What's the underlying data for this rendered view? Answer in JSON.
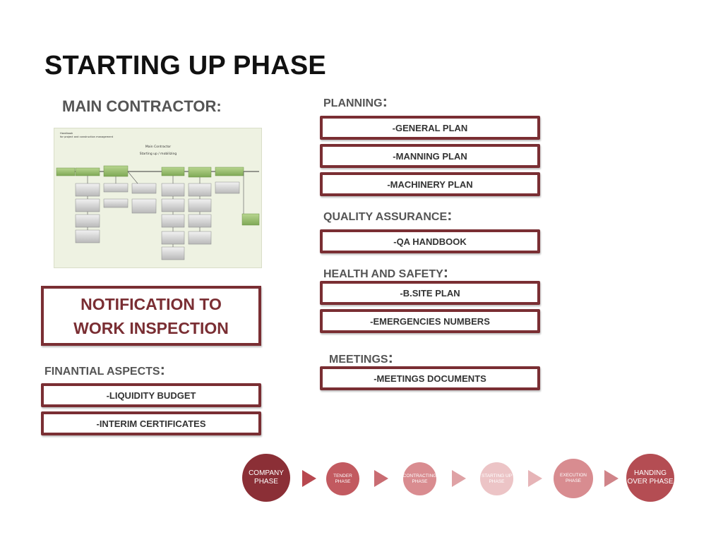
{
  "title": "STARTING UP PHASE",
  "main_contractor": {
    "label": "MAIN CONTRACTOR:"
  },
  "thumbnail": {
    "header": "Handbook\nfor project and construction management",
    "title": "Main Contractor",
    "subtitle": "Starting up / mobilizing"
  },
  "notification_box": {
    "line1": "NOTIFICATION TO",
    "line2": "WORK INSPECTION"
  },
  "financial": {
    "label": "FINANTIAL ASPECTS",
    "items": [
      "-LIQUIDITY BUDGET",
      "-INTERIM CERTIFICATES"
    ]
  },
  "planning": {
    "label": "PLANNING",
    "items": [
      "-GENERAL PLAN",
      "-MANNING PLAN",
      "-MACHINERY PLAN"
    ]
  },
  "quality": {
    "label": "QUALITY ASSURANCE",
    "items": [
      "-QA HANDBOOK"
    ]
  },
  "health": {
    "label": "HEALTH AND SAFETY",
    "items": [
      "-B.SITE PLAN",
      "-EMERGENCIES NUMBERS"
    ]
  },
  "meetings": {
    "label": "MEETINGS",
    "items": [
      "-MEETINGS DOCUMENTS"
    ]
  },
  "phases": {
    "items": [
      {
        "line1": "COMPANY",
        "line2": "PHASE",
        "color": "#8b2f36"
      },
      {
        "line1": "TENDER PHASE",
        "line2": "",
        "color": "#c25a60"
      },
      {
        "line1": "CONTRACTING",
        "line2": "PHASE",
        "color": "#d98c90"
      },
      {
        "line1": "STARTING UP",
        "line2": "PHASE",
        "color": "#ecc4c6"
      },
      {
        "line1": "EXECUTION PHASE",
        "line2": "",
        "color": "#d88c90"
      },
      {
        "line1": "HANDING",
        "line2": "OVER PHASE",
        "color": "#b44d53"
      }
    ],
    "arrow_colors": [
      "#b8484f",
      "#c96c72",
      "#dfa2a5",
      "#e6b4b7",
      "#d08489"
    ]
  }
}
